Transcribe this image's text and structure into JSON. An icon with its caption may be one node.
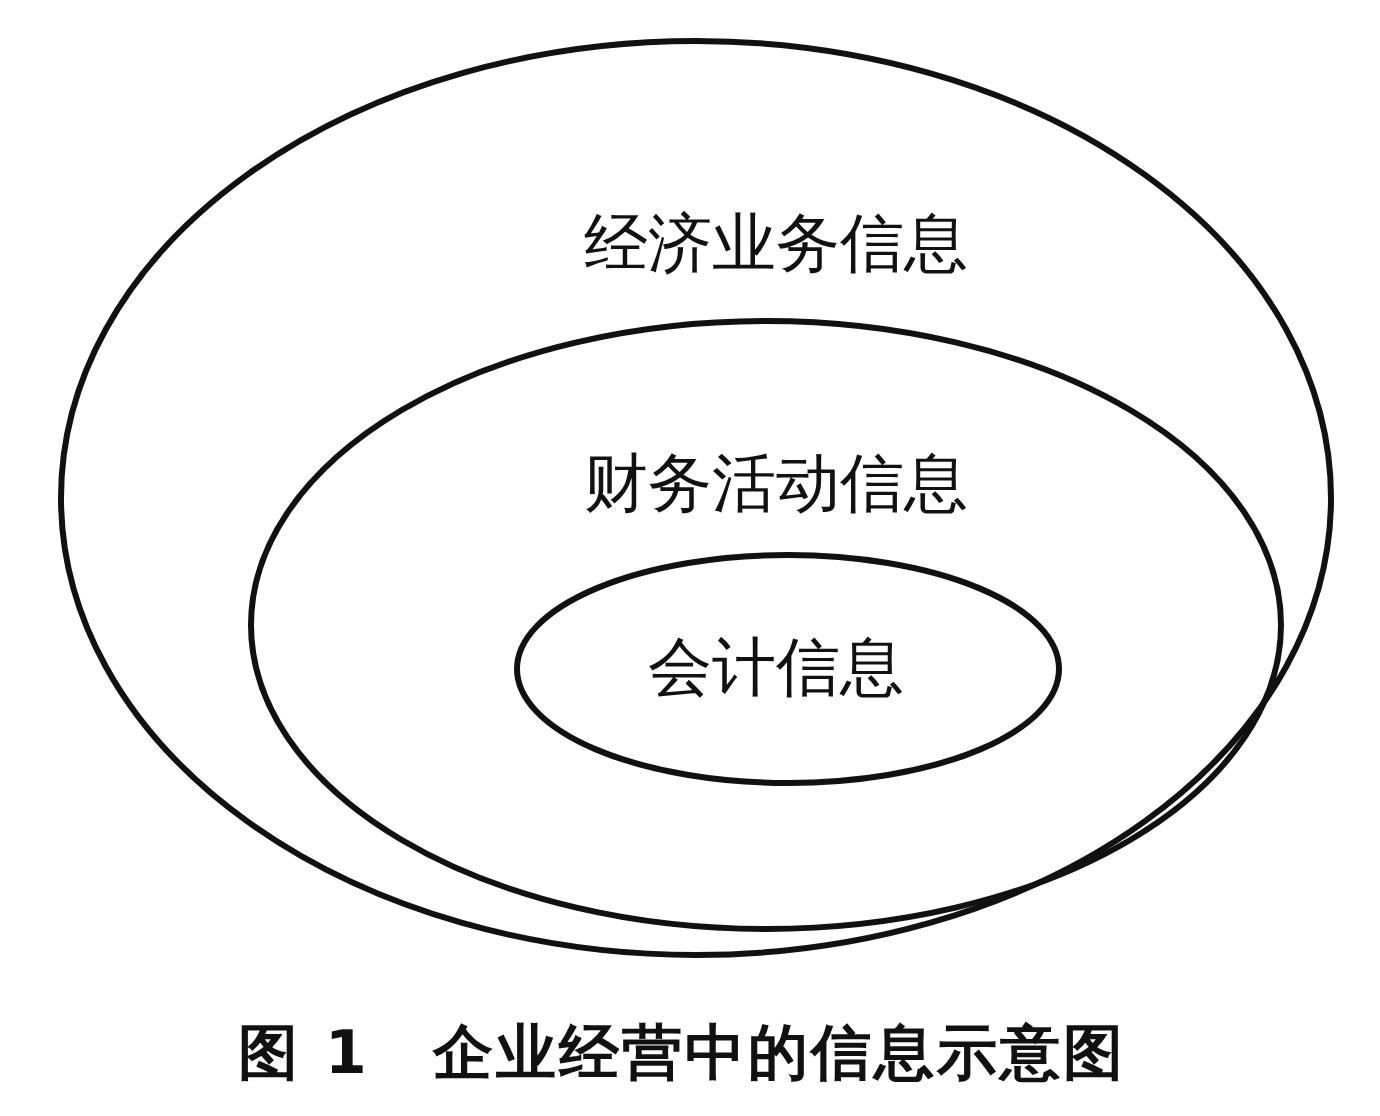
{
  "diagram": {
    "caption": "图 1　企业经营中的信息示意图",
    "nodes": [
      {
        "text": [
          "经济业务信息"
        ]
      },
      {
        "text": [
          "财务活动信息"
        ],
        "in": 0
      },
      {
        "text": [
          "会计信息"
        ],
        "in": 1
      }
    ]
  }
}
